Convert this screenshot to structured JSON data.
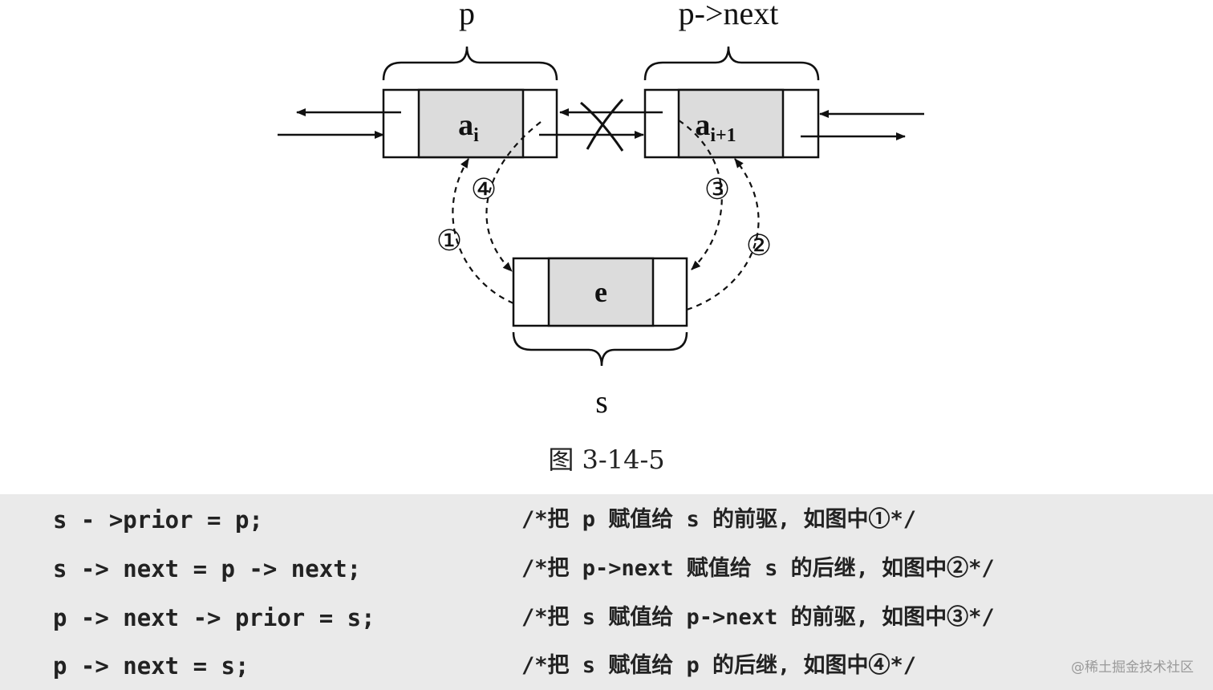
{
  "diagram": {
    "labels": {
      "p": "p",
      "p_next": "p->next",
      "s": "s"
    },
    "nodes": {
      "ai_base": "a",
      "ai_sub": "i",
      "ai1_base": "a",
      "ai1_sub": "i+1",
      "e": "e"
    },
    "steps": [
      "①",
      "②",
      "③",
      "④"
    ]
  },
  "caption": "图 3-14-5",
  "code": [
    {
      "stmt": "s - >prior = p;",
      "comment": "/*把 p 赋值给 s 的前驱, 如图中①*/"
    },
    {
      "stmt": "s -> next = p -> next;",
      "comment": "/*把 p->next 赋值给 s 的后继, 如图中②*/"
    },
    {
      "stmt": "p -> next -> prior = s;",
      "comment": "/*把 s 赋值给 p->next 的前驱, 如图中③*/"
    },
    {
      "stmt": "p -> next = s;",
      "comment": "/*把 s 赋值给 p 的后继, 如图中④*/"
    }
  ],
  "watermark": "@稀土掘金技术社区"
}
